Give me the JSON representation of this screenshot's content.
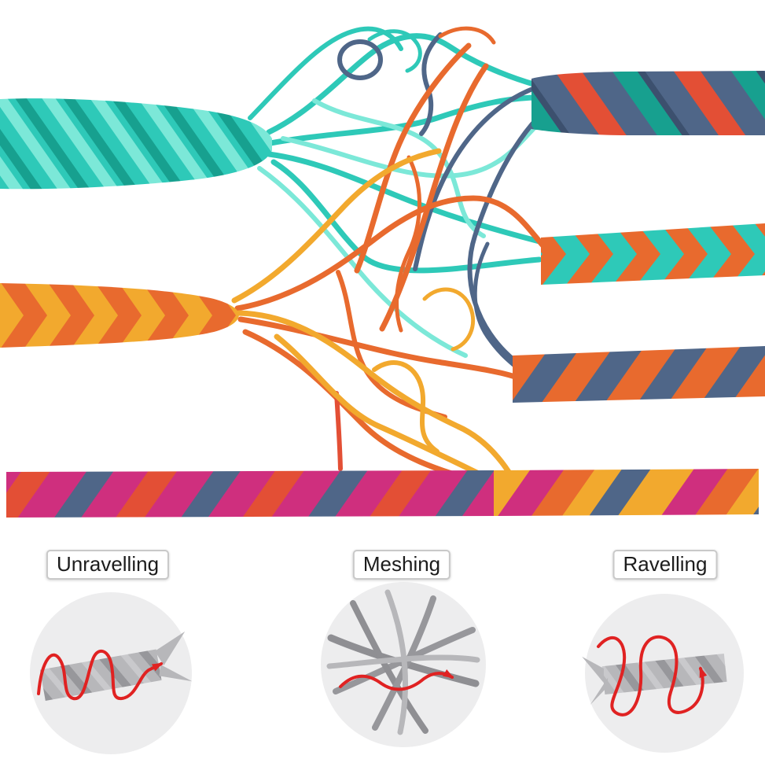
{
  "stages": [
    {
      "label": "Unravelling"
    },
    {
      "label": "Meshing"
    },
    {
      "label": "Ravelling"
    }
  ],
  "colors": {
    "background": "#ffffff",
    "teal": "#2ec9b8",
    "teal_dark": "#17a08f",
    "teal_light": "#7ce8d8",
    "orange": "#e86a2e",
    "orange_dark": "#c8511c",
    "red_orange": "#e34f35",
    "amber": "#f2a92e",
    "magenta": "#cf2f7e",
    "slate": "#4f6688",
    "slate_dark": "#3c506e",
    "red": "#e02222",
    "gray_light": "#ededee",
    "gray_rope": "#b7b7ba",
    "gray_rope_dark": "#97979b",
    "gray_thread": "#8f8f93",
    "label_text": "#1c1c1c",
    "label_border": "#c9c9c9"
  }
}
